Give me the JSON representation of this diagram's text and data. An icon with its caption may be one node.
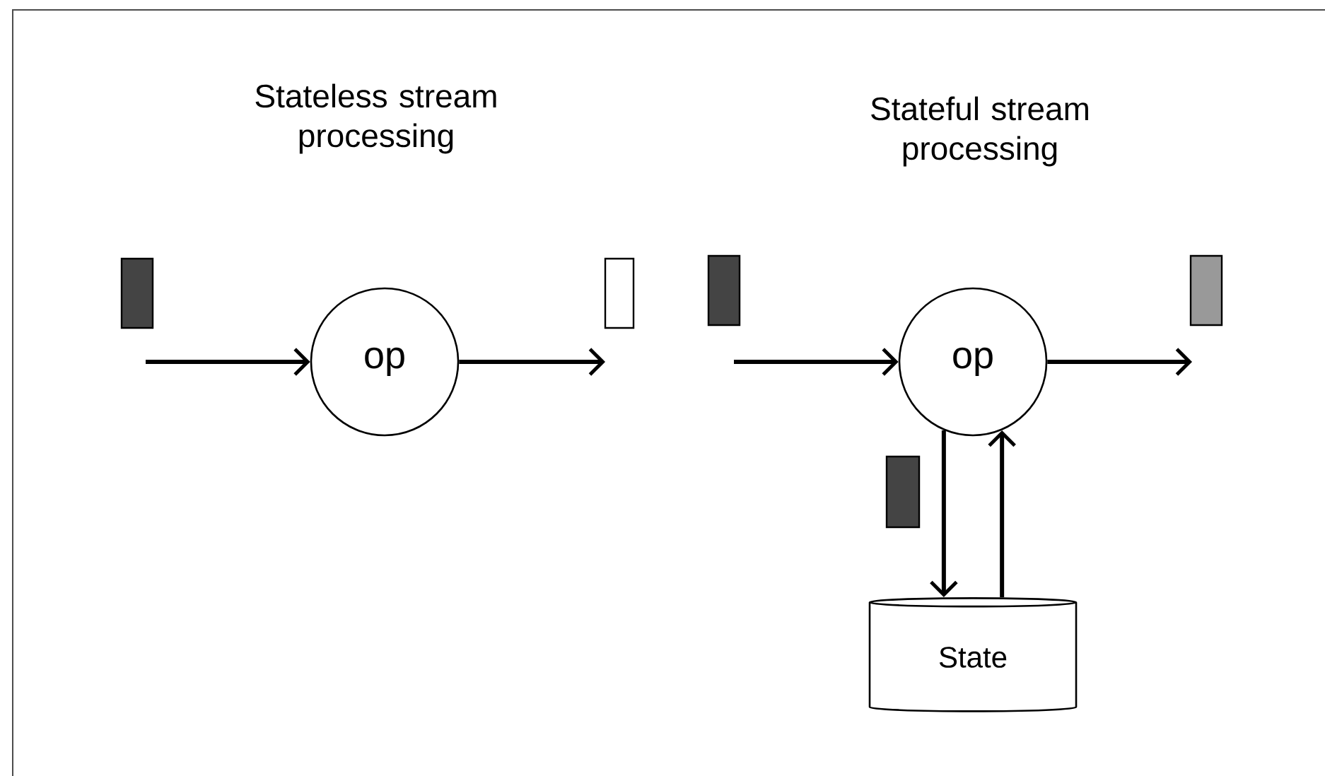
{
  "diagram": {
    "nodes": [
      {
        "text": [
          "op"
        ]
      },
      {
        "text": [
          "op"
        ]
      },
      {
        "text": [
          "State"
        ]
      }
    ],
    "edges": [
      {
        "from": null,
        "to": 0,
        "arrow": "to"
      },
      {
        "from": 0,
        "to": null,
        "arrow": "to"
      },
      {
        "from": null,
        "to": 1,
        "arrow": "to"
      },
      {
        "from": 1,
        "to": null,
        "arrow": "to"
      },
      {
        "from": 1,
        "to": 2,
        "arrow": "to"
      },
      {
        "from": 2,
        "to": 1,
        "arrow": "to"
      }
    ],
    "labels": [
      "Stateless stream processing",
      "Stateful stream processing"
    ]
  }
}
